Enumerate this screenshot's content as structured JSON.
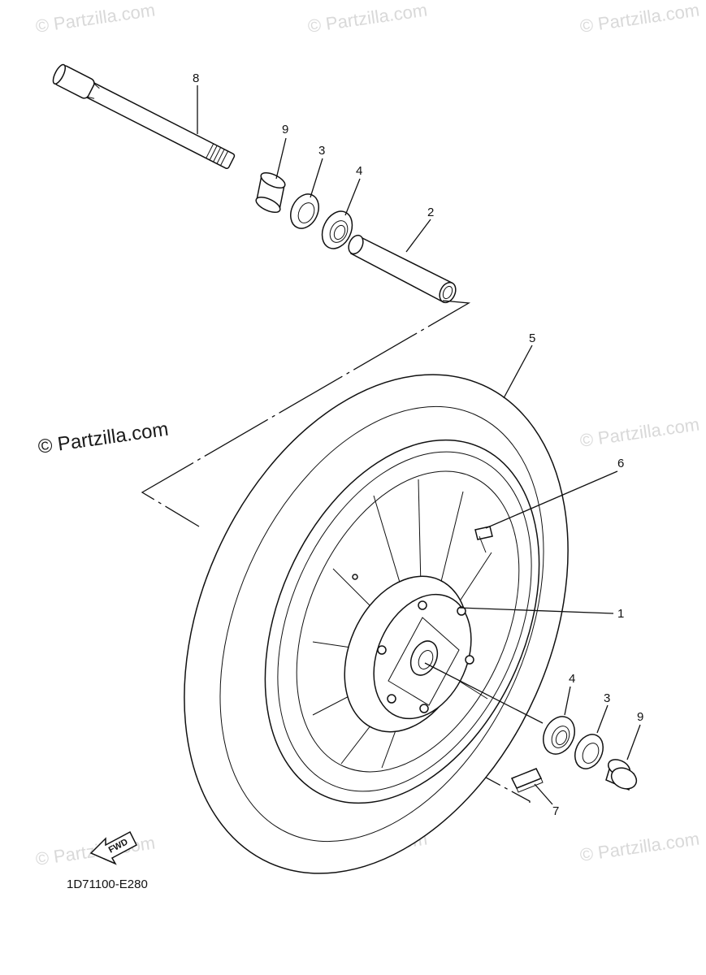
{
  "watermark": {
    "text": "© Partzilla.com",
    "prominent_text": "© Partzilla.com"
  },
  "diagram_code": "1D71100-E280",
  "fwd_label": "FWD",
  "callouts": {
    "axle": "8",
    "collar_top": "9",
    "oil_seal_top": "3",
    "bearing_top": "4",
    "spacer": "2",
    "tire": "5",
    "valve": "6",
    "wheel": "1",
    "bearing_right": "4",
    "oil_seal_right": "3",
    "collar_right": "9",
    "balance_weight": "7"
  }
}
